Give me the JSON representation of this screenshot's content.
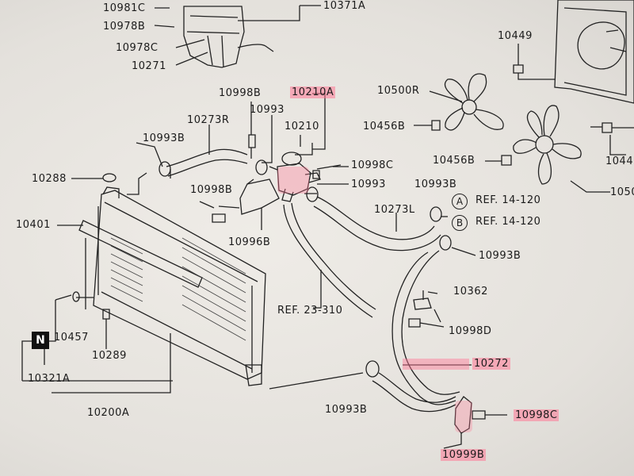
{
  "labels": {
    "p10981c": "10981C",
    "p10978b": "10978B",
    "p10978c": "10978C",
    "p10271": "10271",
    "p10371a": "10371A",
    "p10449": "10449",
    "p10998b_top": "10998B",
    "p10993_top": "10993",
    "p10210a": "10210A",
    "p10210": "10210",
    "p10273r": "10273R",
    "p10500r": "10500R",
    "p10456b_1": "10456B",
    "p10456b_2": "10456B",
    "p1044x": "1044",
    "p1050x": "1050",
    "p10993b_left": "10993B",
    "p10998c_top": "10998C",
    "p10288": "10288",
    "p10993_mid": "10993",
    "p10993b_mid": "10993B",
    "p10998b_mid": "10998B",
    "ref_a": "REF. 14-120",
    "ref_b": "REF. 14-120",
    "p10273l": "10273L",
    "p10401": "10401",
    "p10996b": "10996B",
    "p10993b_right": "10993B",
    "p10362": "10362",
    "ref23": "REF. 23-310",
    "p10998d": "10998D",
    "p10457": "10457",
    "p10289": "10289",
    "p10272": "10272",
    "p10321a": "10321A",
    "p10993b_bottom": "10993B",
    "p10998c_bottom": "10998C",
    "p10200a": "10200A",
    "p10999b": "10999B"
  },
  "markers": {
    "a": "A",
    "b": "B",
    "n": "N"
  },
  "highlight_color": "#ff7896"
}
